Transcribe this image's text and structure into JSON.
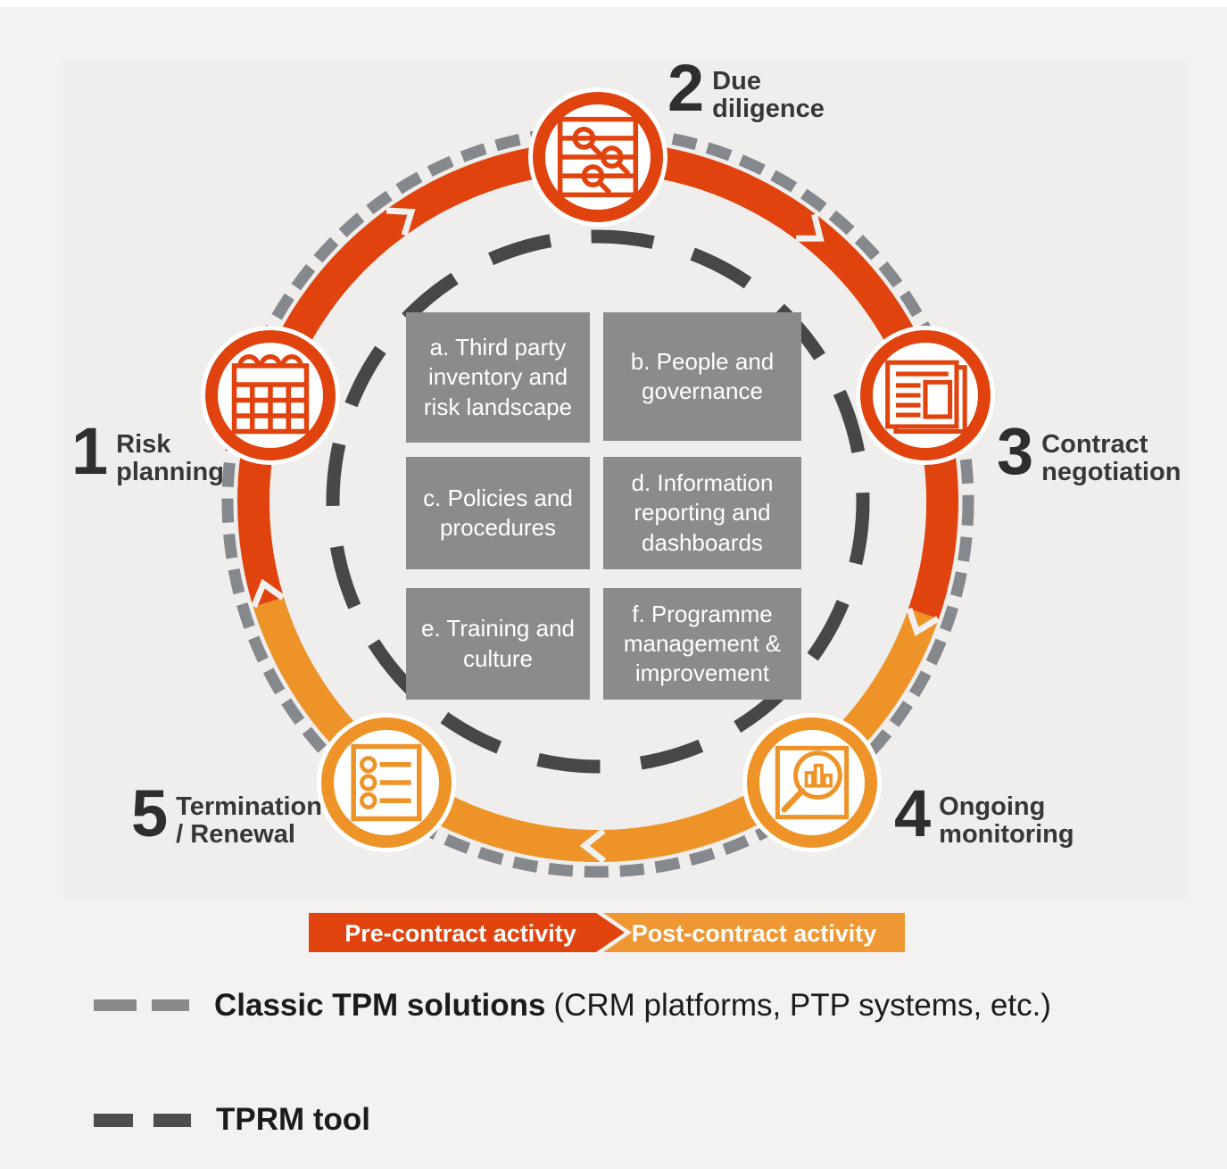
{
  "stages": [
    {
      "number": "1",
      "label": "Risk\nplanning"
    },
    {
      "number": "2",
      "label": "Due\ndiligence"
    },
    {
      "number": "3",
      "label": "Contract\nnegotiation"
    },
    {
      "number": "4",
      "label": "Ongoing\nmonitoring"
    },
    {
      "number": "5",
      "label": "Termination\n/ Renewal"
    }
  ],
  "capability_boxes": [
    {
      "label": "a. Third party\ninventory and\nrisk landscape"
    },
    {
      "label": "b. People and\ngovernance"
    },
    {
      "label": "c. Policies and\nprocedures"
    },
    {
      "label": "d. Information\nreporting and\ndashboards"
    },
    {
      "label": "e. Training and\nculture"
    },
    {
      "label": "f. Programme\nmanagement &\nimprovement"
    }
  ],
  "flow_bar": {
    "pre_label": "Pre-contract activity",
    "post_label": "Post-contract activity"
  },
  "legend": [
    {
      "term": "Classic TPM solutions",
      "detail": "(CRM platforms, PTP systems, etc.)"
    },
    {
      "term": "TPRM tool",
      "detail": ""
    }
  ],
  "colors": {
    "pre_contract_red": "#E0430E",
    "post_contract_orange": "#EE9328",
    "tpm_dash_gray": "#85888C",
    "tprm_dash_dark": "#474747",
    "box_gray": "#8B8B8B"
  }
}
